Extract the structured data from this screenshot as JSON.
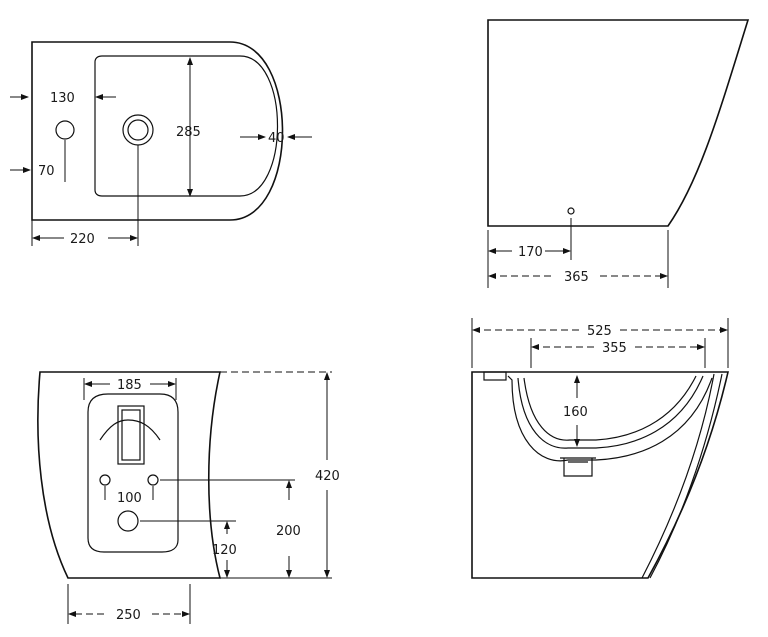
{
  "dimensions": {
    "top_view": {
      "hole_offset_x": "130",
      "hole_offset_y": "70",
      "bowl_depth": "285",
      "rim_width": "40",
      "center_to_back": "220"
    },
    "side_view": {
      "outlet_position": "170",
      "overall_depth": "365"
    },
    "rear_view": {
      "opening_width": "185",
      "fixing_hole_spacing": "100",
      "inlet_height": "120",
      "fixing_height": "200",
      "overall_height": "420",
      "base_width": "250"
    },
    "section_view": {
      "overall_length": "525",
      "bowl_length": "355",
      "bowl_depth": "160"
    }
  },
  "colors": {
    "line": "#111111",
    "background": "#ffffff"
  }
}
